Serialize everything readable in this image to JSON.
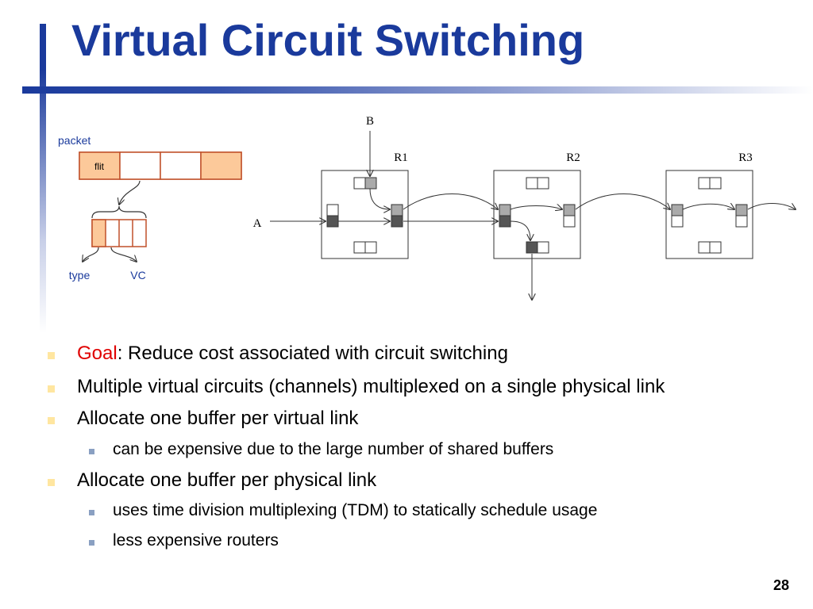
{
  "slide": {
    "title": "Virtual Circuit Switching",
    "page_number": "28"
  },
  "diagram": {
    "packet_label": "packet",
    "flit_label": "flit",
    "type_label": "type",
    "vc_label": "VC",
    "node_b": "B",
    "node_a": "A",
    "routers": [
      "R1",
      "R2",
      "R3"
    ]
  },
  "bullets": [
    {
      "keyword": "Goal",
      "text": ": Reduce cost associated with circuit switching",
      "level": 1
    },
    {
      "text": "Multiple virtual circuits (channels) multiplexed on a single physical link",
      "level": 1
    },
    {
      "text": "Allocate one buffer per virtual link",
      "level": 1
    },
    {
      "text": "can be expensive due to the large number of shared buffers",
      "level": 2
    },
    {
      "text": "Allocate one buffer per physical link",
      "level": 1
    },
    {
      "text": "uses time division multiplexing (TDM) to statically schedule usage",
      "level": 2
    },
    {
      "text": "less expensive routers",
      "level": 2
    }
  ],
  "colors": {
    "title": "#1a3a9c",
    "goal_keyword": "#e00000",
    "flit_fill": "#fcc99a",
    "flit_border": "#c0502a",
    "diagram_label": "#1a3a9c"
  }
}
